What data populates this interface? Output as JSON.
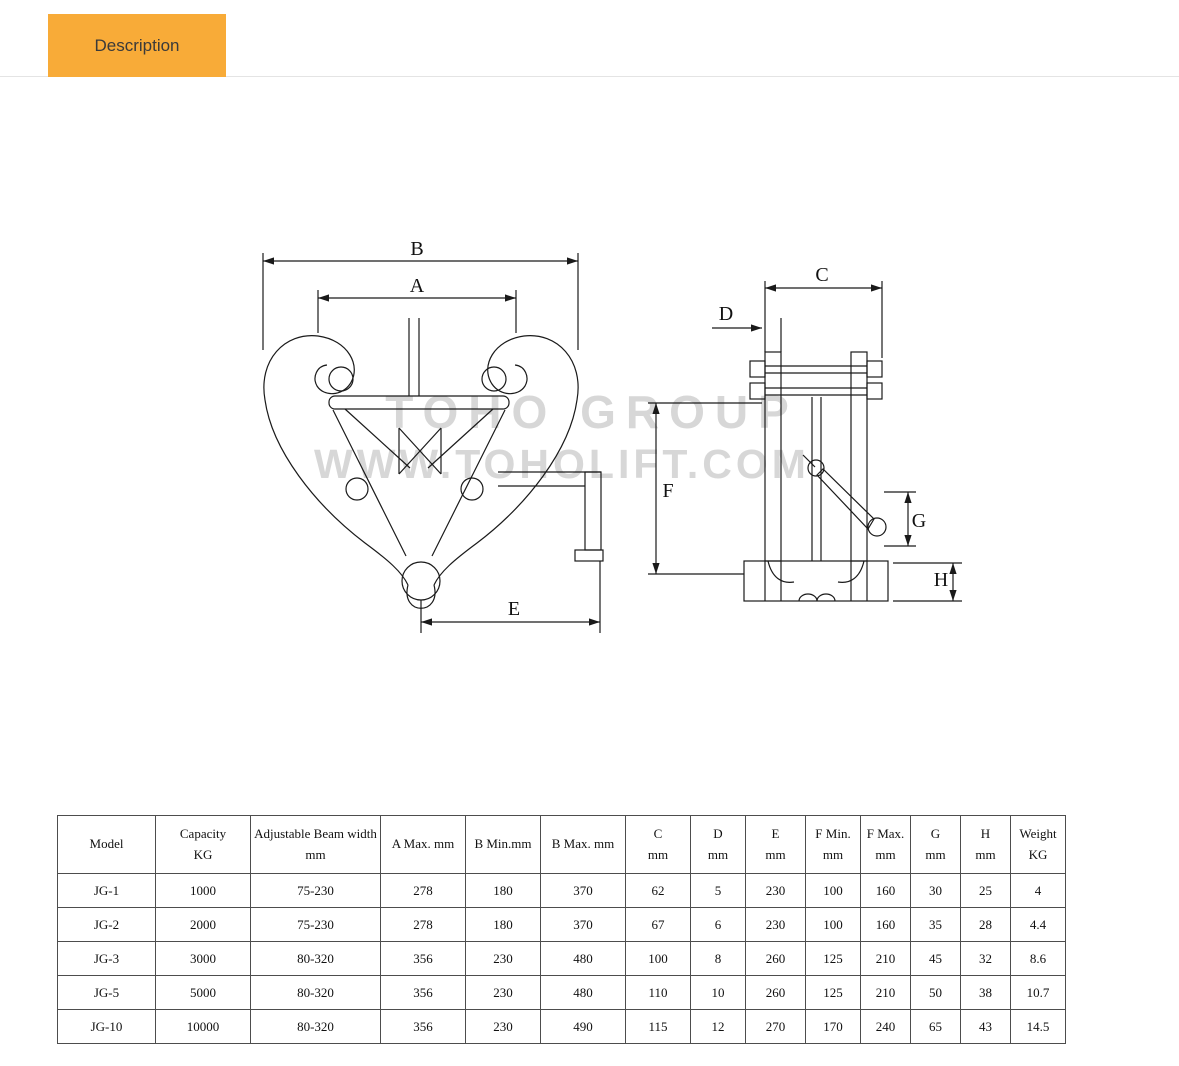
{
  "tab": {
    "label": "Description"
  },
  "colors": {
    "tab_bg": "#f8ab38",
    "watermark": "#d7d7d7",
    "line": "#1a1a1a"
  },
  "watermark": {
    "line1": "TOHO GROUP",
    "line2": "WWW.TOHOLIFT.COM"
  },
  "diagram": {
    "labels": {
      "a": "A",
      "b": "B",
      "c": "C",
      "d": "D",
      "e": "E",
      "f": "F",
      "g": "G",
      "h": "H"
    }
  },
  "table": {
    "headers": [
      {
        "line1": "Model",
        "line2": ""
      },
      {
        "line1": "Capacity",
        "line2": "KG"
      },
      {
        "line1": "Adjustable Beam width",
        "line2": "mm"
      },
      {
        "line1": "A Max. mm",
        "line2": ""
      },
      {
        "line1": "B Min.mm",
        "line2": ""
      },
      {
        "line1": "B Max. mm",
        "line2": ""
      },
      {
        "line1": "C",
        "line2": "mm"
      },
      {
        "line1": "D",
        "line2": "mm"
      },
      {
        "line1": "E",
        "line2": "mm"
      },
      {
        "line1": "F Min.",
        "line2": "mm"
      },
      {
        "line1": "F Max.",
        "line2": "mm"
      },
      {
        "line1": "G",
        "line2": "mm"
      },
      {
        "line1": "H",
        "line2": "mm"
      },
      {
        "line1": "Weight",
        "line2": "KG"
      }
    ],
    "rows": [
      [
        "JG-1",
        "1000",
        "75-230",
        "278",
        "180",
        "370",
        "62",
        "5",
        "230",
        "100",
        "160",
        "30",
        "25",
        "4"
      ],
      [
        "JG-2",
        "2000",
        "75-230",
        "278",
        "180",
        "370",
        "67",
        "6",
        "230",
        "100",
        "160",
        "35",
        "28",
        "4.4"
      ],
      [
        "JG-3",
        "3000",
        "80-320",
        "356",
        "230",
        "480",
        "100",
        "8",
        "260",
        "125",
        "210",
        "45",
        "32",
        "8.6"
      ],
      [
        "JG-5",
        "5000",
        "80-320",
        "356",
        "230",
        "480",
        "110",
        "10",
        "260",
        "125",
        "210",
        "50",
        "38",
        "10.7"
      ],
      [
        "JG-10",
        "10000",
        "80-320",
        "356",
        "230",
        "490",
        "115",
        "12",
        "270",
        "170",
        "240",
        "65",
        "43",
        "14.5"
      ]
    ]
  }
}
